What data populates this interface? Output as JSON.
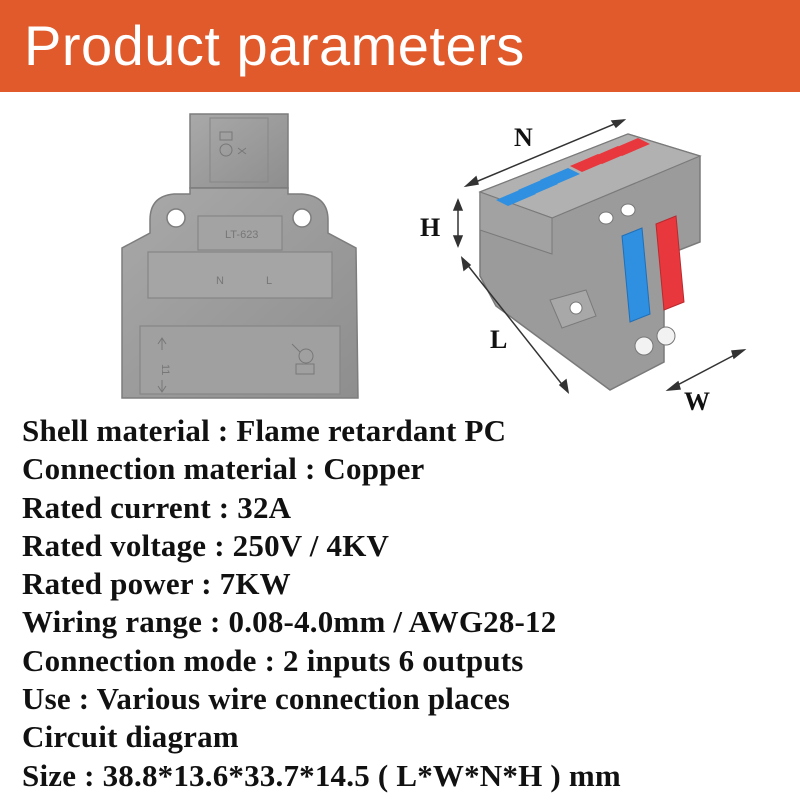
{
  "header": {
    "title": "Product parameters",
    "background_color": "#e05a2b"
  },
  "product_back": {
    "model_label": "LT-623",
    "neutral_label": "N",
    "live_label": "L",
    "side_marking": "11"
  },
  "dimensions": {
    "n_label": "N",
    "h_label": "H",
    "l_label": "L",
    "w_label": "W"
  },
  "connector_colors": {
    "blue": "#2f8fe0",
    "red": "#e8383d",
    "housing": "#9a9a9a"
  },
  "specs": [
    "Shell material : Flame retardant PC",
    "Connection material : Copper",
    "Rated current : 32A",
    "Rated voltage : 250V / 4KV",
    "Rated power : 7KW",
    "Wiring range : 0.08-4.0mm / AWG28-12",
    "Connection mode : 2 inputs 6 outputs",
    "Use : Various wire connection places",
    "Circuit diagram",
    "Size : 38.8*13.6*33.7*14.5 ( L*W*N*H ) mm"
  ]
}
